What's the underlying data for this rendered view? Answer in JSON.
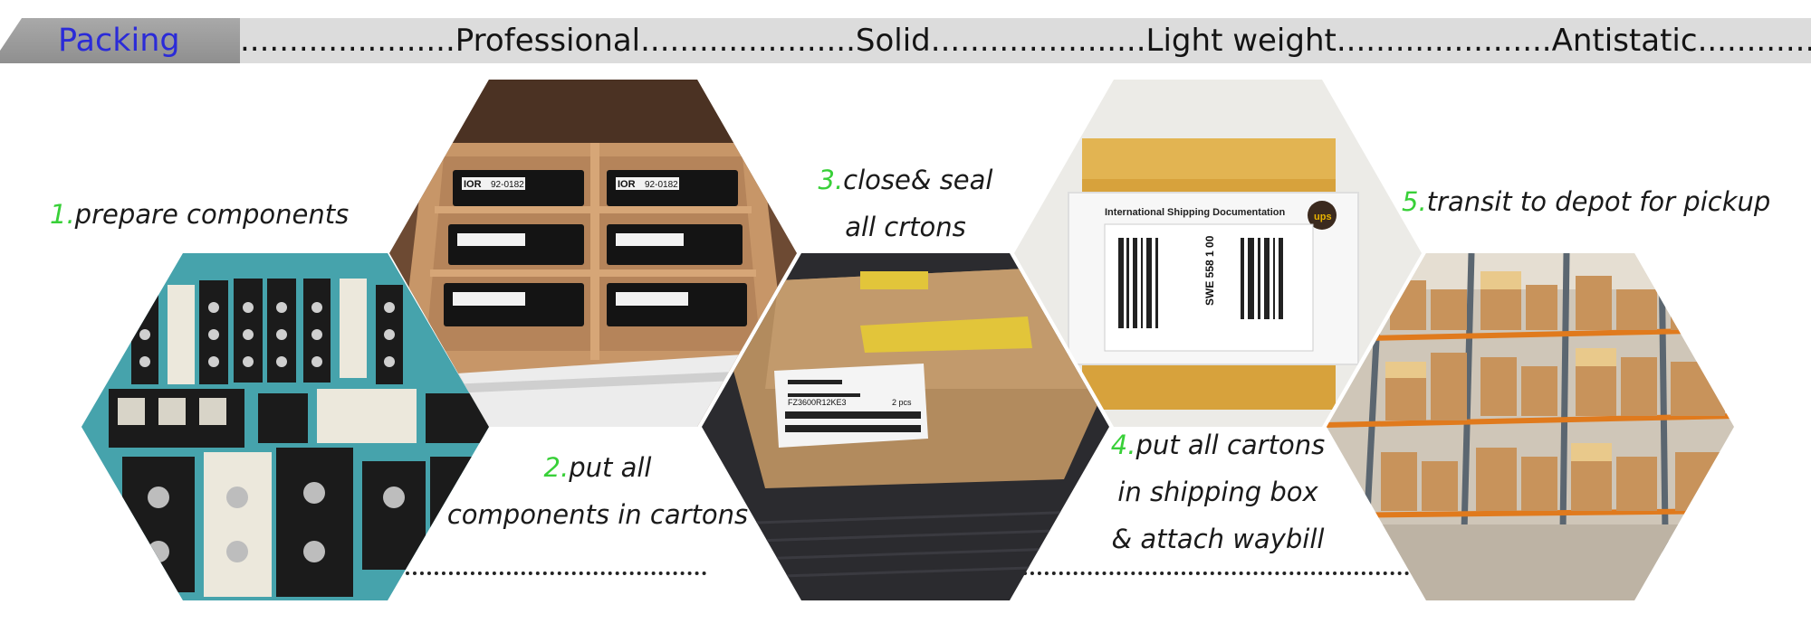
{
  "header": {
    "tab_label": "Packing",
    "features": [
      "Professional",
      "Solid",
      "Light weight",
      "Antistatic"
    ],
    "separator": "......................"
  },
  "steps": [
    {
      "number": "1.",
      "text": "prepare components"
    },
    {
      "number": "2.",
      "line1": "put all",
      "line2": "components in cartons"
    },
    {
      "number": "3.",
      "line1": "close& seal",
      "line2": "all crtons"
    },
    {
      "number": "4.",
      "line1": "put all cartons",
      "line2": "in shipping box",
      "line3": "& attach waybill"
    },
    {
      "number": "5.",
      "text": "transit to depot  for pickup"
    }
  ],
  "photos": {
    "components_tray": {
      "module_code": "92-0182",
      "brand": "IOR"
    },
    "carton_box": {
      "label_code": "FZ3600R12KE3",
      "pcs": "2 pcs"
    },
    "shipping_doc": {
      "title": "International Shipping Documentation",
      "carrier": "ups",
      "tracking": "SWE 558 1 00"
    },
    "warehouse": {}
  },
  "colors": {
    "tab_bg": "#999999",
    "tab_text": "#2b2bd8",
    "strip_bg": "#dcdcdc",
    "step_number": "#38d038"
  }
}
